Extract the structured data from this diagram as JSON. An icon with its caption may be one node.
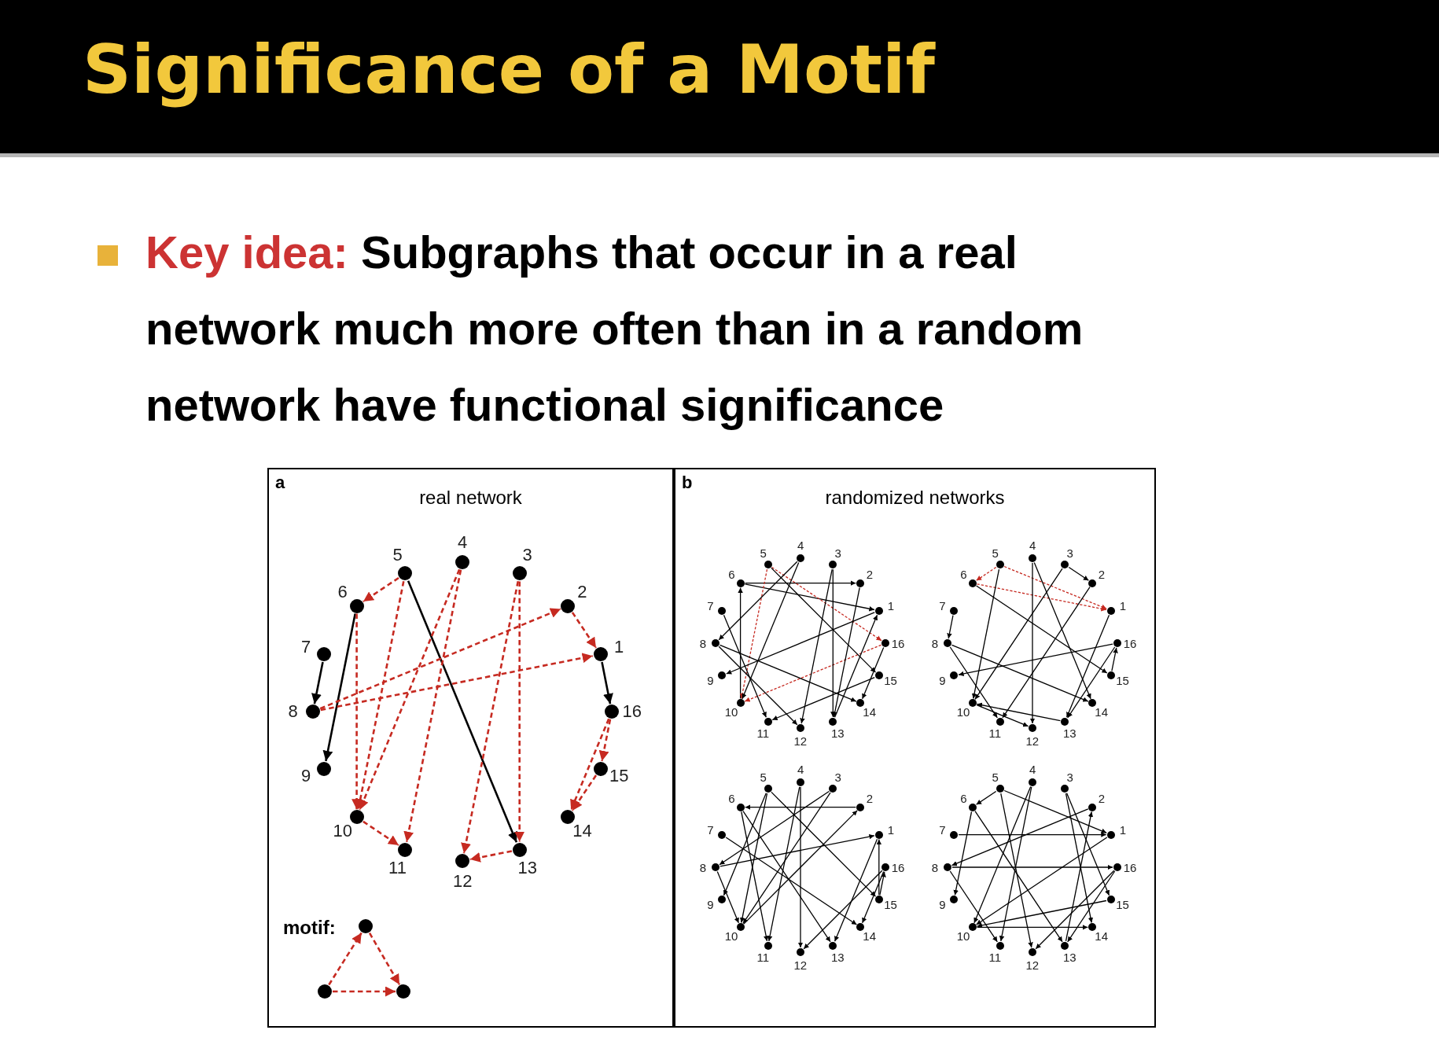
{
  "diagram": {
    "title": "Significance of a Motif",
    "nodes": [
      {
        "text": [
          "a",
          "real network"
        ]
      },
      {
        "text": [
          "1"
        ],
        "in": 0
      },
      {
        "text": [
          "2"
        ],
        "in": 0
      },
      {
        "text": [
          "3"
        ],
        "in": 0
      },
      {
        "text": [
          "4"
        ],
        "in": 0
      },
      {
        "text": [
          "5"
        ],
        "in": 0
      },
      {
        "text": [
          "6"
        ],
        "in": 0
      },
      {
        "text": [
          "7"
        ],
        "in": 0
      },
      {
        "text": [
          "8"
        ],
        "in": 0
      },
      {
        "text": [
          "9"
        ],
        "in": 0
      },
      {
        "text": [
          "10"
        ],
        "in": 0
      },
      {
        "text": [
          "11"
        ],
        "in": 0
      },
      {
        "text": [
          "12"
        ],
        "in": 0
      },
      {
        "text": [
          "13"
        ],
        "in": 0
      },
      {
        "text": [
          "14"
        ],
        "in": 0
      },
      {
        "text": [
          "15"
        ],
        "in": 0
      },
      {
        "text": [
          "16"
        ],
        "in": 0
      },
      {
        "text": [],
        "shape": "circle",
        "in": 0
      },
      {
        "text": [],
        "shape": "circle",
        "in": 0
      },
      {
        "text": [],
        "shape": "circle",
        "in": 0
      },
      {
        "text": [
          "b",
          "randomized networks"
        ]
      },
      {
        "text": [
          "1"
        ],
        "in": 20
      },
      {
        "text": [
          "2"
        ],
        "in": 20
      },
      {
        "text": [
          "3"
        ],
        "in": 20
      },
      {
        "text": [
          "4"
        ],
        "in": 20
      },
      {
        "text": [
          "5"
        ],
        "in": 20
      },
      {
        "text": [
          "6"
        ],
        "in": 20
      },
      {
        "text": [
          "7"
        ],
        "in": 20
      },
      {
        "text": [
          "8"
        ],
        "in": 20
      },
      {
        "text": [
          "9"
        ],
        "in": 20
      },
      {
        "text": [
          "10"
        ],
        "in": 20
      },
      {
        "text": [
          "11"
        ],
        "in": 20
      },
      {
        "text": [
          "12"
        ],
        "in": 20
      },
      {
        "text": [
          "13"
        ],
        "in": 20
      },
      {
        "text": [
          "14"
        ],
        "in": 20
      },
      {
        "text": [
          "15"
        ],
        "in": 20
      },
      {
        "text": [
          "16"
        ],
        "in": 20
      },
      {
        "text": [
          "1"
        ],
        "in": 20
      },
      {
        "text": [
          "2"
        ],
        "in": 20
      },
      {
        "text": [
          "3"
        ],
        "in": 20
      },
      {
        "text": [
          "4"
        ],
        "in": 20
      },
      {
        "text": [
          "5"
        ],
        "in": 20
      },
      {
        "text": [
          "6"
        ],
        "in": 20
      },
      {
        "text": [
          "7"
        ],
        "in": 20
      },
      {
        "text": [
          "8"
        ],
        "in": 20
      },
      {
        "text": [
          "9"
        ],
        "in": 20
      },
      {
        "text": [
          "10"
        ],
        "in": 20
      },
      {
        "text": [
          "11"
        ],
        "in": 20
      },
      {
        "text": [
          "12"
        ],
        "in": 20
      },
      {
        "text": [
          "13"
        ],
        "in": 20
      },
      {
        "text": [
          "14"
        ],
        "in": 20
      },
      {
        "text": [
          "15"
        ],
        "in": 20
      },
      {
        "text": [
          "16"
        ],
        "in": 20
      },
      {
        "text": [
          "1"
        ],
        "in": 20
      },
      {
        "text": [
          "2"
        ],
        "in": 20
      },
      {
        "text": [
          "3"
        ],
        "in": 20
      },
      {
        "text": [
          "4"
        ],
        "in": 20
      },
      {
        "text": [
          "5"
        ],
        "in": 20
      },
      {
        "text": [
          "6"
        ],
        "in": 20
      },
      {
        "text": [
          "7"
        ],
        "in": 20
      },
      {
        "text": [
          "8"
        ],
        "in": 20
      },
      {
        "text": [
          "9"
        ],
        "in": 20
      },
      {
        "text": [
          "10"
        ],
        "in": 20
      },
      {
        "text": [
          "11"
        ],
        "in": 20
      },
      {
        "text": [
          "12"
        ],
        "in": 20
      },
      {
        "text": [
          "13"
        ],
        "in": 20
      },
      {
        "text": [
          "14"
        ],
        "in": 20
      },
      {
        "text": [
          "15"
        ],
        "in": 20
      },
      {
        "text": [
          "16"
        ],
        "in": 20
      },
      {
        "text": [
          "1"
        ],
        "in": 20
      },
      {
        "text": [
          "2"
        ],
        "in": 20
      },
      {
        "text": [
          "3"
        ],
        "in": 20
      },
      {
        "text": [
          "4"
        ],
        "in": 20
      },
      {
        "text": [
          "5"
        ],
        "in": 20
      },
      {
        "text": [
          "6"
        ],
        "in": 20
      },
      {
        "text": [
          "7"
        ],
        "in": 20
      },
      {
        "text": [
          "8"
        ],
        "in": 20
      },
      {
        "text": [
          "9"
        ],
        "in": 20
      },
      {
        "text": [
          "10"
        ],
        "in": 20
      },
      {
        "text": [
          "11"
        ],
        "in": 20
      },
      {
        "text": [
          "12"
        ],
        "in": 20
      },
      {
        "text": [
          "13"
        ],
        "in": 20
      },
      {
        "text": [
          "14"
        ],
        "in": 20
      },
      {
        "text": [
          "15"
        ],
        "in": 20
      },
      {
        "text": [
          "16"
        ],
        "in": 20
      }
    ],
    "edges": [
      {
        "from": 5,
        "to": 6,
        "arrow": "to",
        "style": "dashed",
        "color": "#c62a21"
      },
      {
        "from": 5,
        "to": 10,
        "arrow": "to",
        "style": "dashed",
        "color": "#c62a21"
      },
      {
        "from": 5,
        "to": 13,
        "arrow": "to"
      },
      {
        "from": 6,
        "to": 9,
        "arrow": "to"
      },
      {
        "from": 6,
        "to": 10,
        "arrow": "to",
        "style": "dashed",
        "color": "#c62a21"
      },
      {
        "from": 4,
        "to": 10,
        "arrow": "to",
        "style": "dashed",
        "color": "#c62a21"
      },
      {
        "from": 4,
        "to": 11,
        "arrow": "to",
        "style": "dashed",
        "color": "#c62a21"
      },
      {
        "from": 3,
        "to": 12,
        "arrow": "to",
        "style": "dashed",
        "color": "#c62a21"
      },
      {
        "from": 3,
        "to": 13,
        "arrow": "to",
        "style": "dashed",
        "color": "#c62a21"
      },
      {
        "from": 13,
        "to": 12,
        "arrow": "to",
        "style": "dashed",
        "color": "#c62a21"
      },
      {
        "from": 10,
        "to": 11,
        "arrow": "to",
        "style": "dashed",
        "color": "#c62a21"
      },
      {
        "from": 7,
        "to": 8,
        "arrow": "to"
      },
      {
        "from": 8,
        "to": 2,
        "arrow": "to",
        "style": "dashed",
        "color": "#c62a21"
      },
      {
        "from": 8,
        "to": 1,
        "arrow": "to",
        "style": "dashed",
        "color": "#c62a21"
      },
      {
        "from": 2,
        "to": 1,
        "arrow": "to",
        "style": "dashed",
        "color": "#c62a21"
      },
      {
        "from": 1,
        "to": 16,
        "arrow": "to"
      },
      {
        "from": 16,
        "to": 15,
        "arrow": "to",
        "style": "dashed",
        "color": "#c62a21"
      },
      {
        "from": 16,
        "to": 14,
        "arrow": "to",
        "style": "dashed",
        "color": "#c62a21"
      },
      {
        "from": 15,
        "to": 14,
        "arrow": "to",
        "style": "dashed",
        "color": "#c62a21"
      },
      {
        "from": 18,
        "to": 17,
        "arrow": "to",
        "style": "dashed",
        "color": "#c62a21"
      },
      {
        "from": 17,
        "to": 19,
        "arrow": "to",
        "style": "dashed",
        "color": "#c62a21"
      },
      {
        "from": 18,
        "to": 19,
        "arrow": "to",
        "style": "dashed",
        "color": "#c62a21"
      },
      {
        "from": 26,
        "to": 22,
        "arrow": "to"
      },
      {
        "from": 26,
        "to": 21,
        "arrow": "to"
      },
      {
        "from": 30,
        "to": 26,
        "arrow": "to"
      },
      {
        "from": 25,
        "to": 36,
        "arrow": "to",
        "style": "dashed",
        "color": "#c62a21"
      },
      {
        "from": 25,
        "to": 30,
        "arrow": "to",
        "style": "dashed",
        "color": "#c62a21"
      },
      {
        "from": 36,
        "to": 30,
        "arrow": "to",
        "style": "dashed",
        "color": "#c62a21"
      },
      {
        "from": 24,
        "to": 28,
        "arrow": "to"
      },
      {
        "from": 24,
        "to": 30,
        "arrow": "to"
      },
      {
        "from": 25,
        "to": 35,
        "arrow": "to"
      },
      {
        "from": 23,
        "to": 33,
        "arrow": "to"
      },
      {
        "from": 23,
        "to": 32,
        "arrow": "to"
      },
      {
        "from": 22,
        "to": 33,
        "arrow": "to"
      },
      {
        "from": 21,
        "to": 29,
        "arrow": "to"
      },
      {
        "from": 33,
        "to": 21,
        "arrow": "to"
      },
      {
        "from": 36,
        "to": 34,
        "arrow": "to"
      },
      {
        "from": 27,
        "to": 31,
        "arrow": "to"
      },
      {
        "from": 28,
        "to": 32,
        "arrow": "to"
      },
      {
        "from": 28,
        "to": 34,
        "arrow": "to"
      },
      {
        "from": 35,
        "to": 31,
        "arrow": "to"
      },
      {
        "from": 41,
        "to": 42,
        "arrow": "to",
        "style": "dashed",
        "color": "#c62a21"
      },
      {
        "from": 41,
        "to": 37,
        "arrow": "to",
        "style": "dashed",
        "color": "#c62a21"
      },
      {
        "from": 42,
        "to": 37,
        "arrow": "to",
        "style": "dashed",
        "color": "#c62a21"
      },
      {
        "from": 39,
        "to": 38,
        "arrow": "to"
      },
      {
        "from": 40,
        "to": 48,
        "arrow": "to"
      },
      {
        "from": 40,
        "to": 50,
        "arrow": "to"
      },
      {
        "from": 41,
        "to": 46,
        "arrow": "to"
      },
      {
        "from": 42,
        "to": 51,
        "arrow": "to"
      },
      {
        "from": 43,
        "to": 44,
        "arrow": "to"
      },
      {
        "from": 44,
        "to": 50,
        "arrow": "to"
      },
      {
        "from": 44,
        "to": 47,
        "arrow": "to"
      },
      {
        "from": 39,
        "to": 46,
        "arrow": "to"
      },
      {
        "from": 38,
        "to": 47,
        "arrow": "to"
      },
      {
        "from": 37,
        "to": 49,
        "arrow": "to"
      },
      {
        "from": 52,
        "to": 45,
        "arrow": "to"
      },
      {
        "from": 51,
        "to": 52,
        "arrow": "to"
      },
      {
        "from": 52,
        "to": 49,
        "arrow": "to"
      },
      {
        "from": 49,
        "to": 46,
        "arrow": "to"
      },
      {
        "from": 46,
        "to": 48,
        "arrow": "to"
      },
      {
        "from": 54,
        "to": 58,
        "arrow": "to"
      },
      {
        "from": 60,
        "to": 53,
        "arrow": "to"
      },
      {
        "from": 67,
        "to": 53,
        "arrow": "to"
      },
      {
        "from": 57,
        "to": 61,
        "arrow": "to"
      },
      {
        "from": 57,
        "to": 62,
        "arrow": "to"
      },
      {
        "from": 57,
        "to": 67,
        "arrow": "to"
      },
      {
        "from": 56,
        "to": 64,
        "arrow": "to"
      },
      {
        "from": 56,
        "to": 63,
        "arrow": "to"
      },
      {
        "from": 55,
        "to": 60,
        "arrow": "to"
      },
      {
        "from": 55,
        "to": 62,
        "arrow": "to"
      },
      {
        "from": 62,
        "to": 54,
        "arrow": "to"
      },
      {
        "from": 58,
        "to": 63,
        "arrow": "to"
      },
      {
        "from": 58,
        "to": 65,
        "arrow": "to"
      },
      {
        "from": 59,
        "to": 66,
        "arrow": "to"
      },
      {
        "from": 60,
        "to": 62,
        "arrow": "to"
      },
      {
        "from": 53,
        "to": 65,
        "arrow": "to"
      },
      {
        "from": 68,
        "to": 64,
        "arrow": "to"
      },
      {
        "from": 68,
        "to": 66,
        "arrow": "to"
      },
      {
        "from": 67,
        "to": 68,
        "arrow": "to"
      },
      {
        "from": 73,
        "to": 74,
        "arrow": "to"
      },
      {
        "from": 73,
        "to": 69,
        "arrow": "to"
      },
      {
        "from": 73,
        "to": 80,
        "arrow": "to"
      },
      {
        "from": 72,
        "to": 78,
        "arrow": "to"
      },
      {
        "from": 72,
        "to": 79,
        "arrow": "to"
      },
      {
        "from": 71,
        "to": 82,
        "arrow": "to"
      },
      {
        "from": 71,
        "to": 83,
        "arrow": "to"
      },
      {
        "from": 81,
        "to": 70,
        "arrow": "to"
      },
      {
        "from": 75,
        "to": 69,
        "arrow": "to"
      },
      {
        "from": 70,
        "to": 76,
        "arrow": "to"
      },
      {
        "from": 76,
        "to": 84,
        "arrow": "to"
      },
      {
        "from": 74,
        "to": 77,
        "arrow": "to"
      },
      {
        "from": 74,
        "to": 81,
        "arrow": "to"
      },
      {
        "from": 76,
        "to": 79,
        "arrow": "to"
      },
      {
        "from": 69,
        "to": 78,
        "arrow": "to"
      },
      {
        "from": 83,
        "to": 78,
        "arrow": "to"
      },
      {
        "from": 78,
        "to": 82,
        "arrow": "to"
      },
      {
        "from": 84,
        "to": 80,
        "arrow": "to"
      },
      {
        "from": 84,
        "to": 81,
        "arrow": "to"
      }
    ],
    "labels": [
      "Key idea:",
      "Subgraphs that occur in a real network much more often than in a random network have functional significance",
      "motif:"
    ]
  }
}
